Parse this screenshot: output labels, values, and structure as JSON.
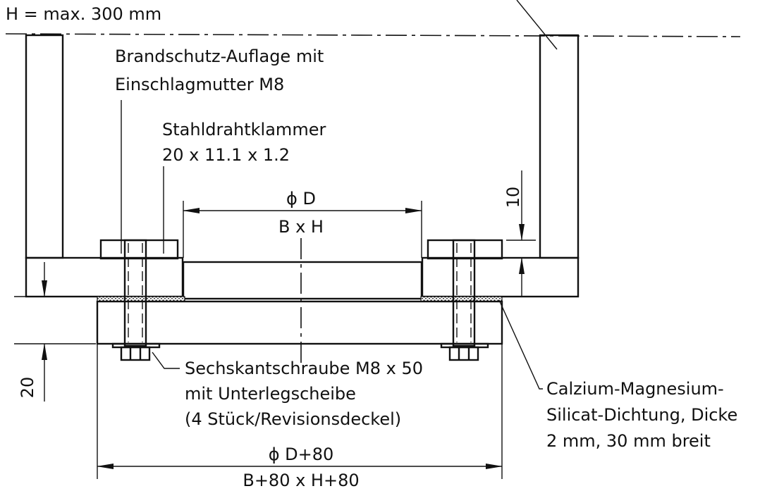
{
  "texts": {
    "height_note": "H = max. 300 mm",
    "fire_pad_1": "Brandschutz-Auflage mit",
    "fire_pad_2": "Einschlagmutter M8",
    "clip_1": "Stahldrahtklammer",
    "clip_2": "20 x 11.1 x 1.2",
    "inner_dia": "ϕ D",
    "inner_rect": "B x H",
    "dim_10": "10",
    "dim_20": "20",
    "bolt_1": "Sechskantschraube M8 x 50",
    "bolt_2": "mit Unterlegscheibe",
    "bolt_3": "(4 Stück/Revisionsdeckel)",
    "seal_1": "Calzium-Magnesium-",
    "seal_2": "Silicat-Dichtung, Dicke",
    "seal_3": "2 mm, 30 mm breit",
    "outer_dia": "ϕ D+80",
    "outer_rect": "B+80 x H+80"
  }
}
